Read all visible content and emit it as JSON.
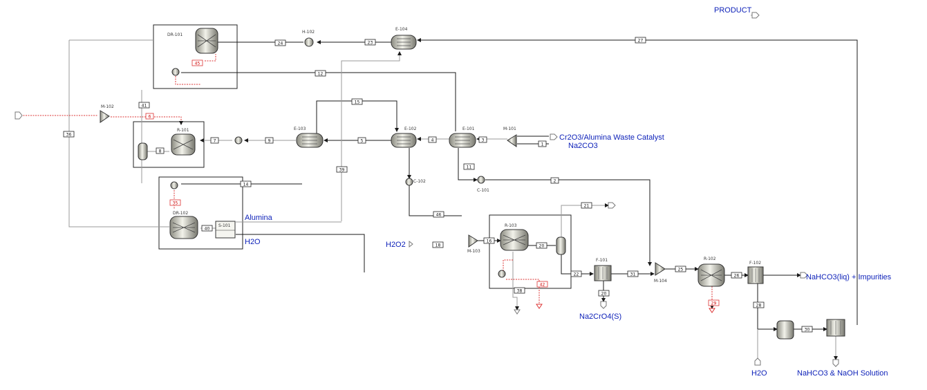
{
  "feeds": {
    "product": "PRODUCT",
    "waste_catalyst": "Cr2O3/Alumina Waste Catalyst",
    "na2co3": "Na2CO3",
    "alumina": "Alumina",
    "h2o_left": "H2O",
    "h2o2": "H2O2",
    "na2cro4": "Na2CrO4(S)",
    "nahco3_liq": "NaHCO3(liq) + Impurities",
    "h2o_bottom": "H2O",
    "nahco3_naoh": "NaHCO3 & NaOH Solution"
  },
  "units": {
    "dr101": "DR-101",
    "dr102": "DR-102",
    "r101": "R-101",
    "r102": "R-102",
    "r103": "R-103",
    "h102": "H-102",
    "e104": "E-104",
    "e103": "E-103",
    "e102": "E-102",
    "e101": "E-101",
    "m101": "M-101",
    "m102": "M-102",
    "m103": "M-103",
    "m104": "M-104",
    "f101": "F-101",
    "f102": "F-102",
    "s101": "S-101",
    "c101": "C-101",
    "c102": "C-102"
  },
  "streams": {
    "s1": "1",
    "s2": "2",
    "s3": "3",
    "s4": "4",
    "s5": "5",
    "s6": "6",
    "s7": "7",
    "s8": "8",
    "s9": "9",
    "s11": "11",
    "s12": "12",
    "s14": "14",
    "s15": "15",
    "s16": "16",
    "s18": "18",
    "s20": "20",
    "s21": "21",
    "s22": "22",
    "s23": "23",
    "s24": "24",
    "s25": "25",
    "s26": "26",
    "s27": "27",
    "s28": "28",
    "s29": "29",
    "s30": "30",
    "s31": "31",
    "s35": "35",
    "s36": "36",
    "s38": "38",
    "s39": "39",
    "s40": "40",
    "s41": "41",
    "s42": "42",
    "s45": "45",
    "s46": "46"
  }
}
